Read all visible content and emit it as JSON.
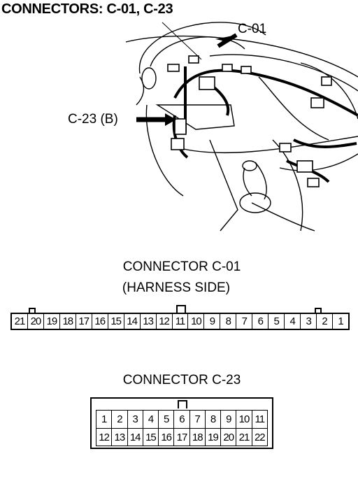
{
  "heading": "CONNECTORS: C-01, C-23",
  "callouts": {
    "c01": "C-01",
    "c23": "C-23 (B)"
  },
  "connector_c01": {
    "title": "CONNECTOR C-01",
    "subtitle": "(HARNESS SIDE)",
    "pins": [
      "1",
      "2",
      "3",
      "4",
      "5",
      "6",
      "7",
      "8",
      "9",
      "10",
      "11",
      "12",
      "13",
      "14",
      "15",
      "16",
      "17",
      "18",
      "19",
      "20",
      "21"
    ]
  },
  "connector_c23": {
    "title": "CONNECTOR C-23",
    "row1": [
      "1",
      "2",
      "3",
      "4",
      "5",
      "6",
      "7",
      "8",
      "9",
      "10",
      "11"
    ],
    "row2": [
      "12",
      "13",
      "14",
      "15",
      "16",
      "17",
      "18",
      "19",
      "20",
      "21",
      "22"
    ]
  }
}
